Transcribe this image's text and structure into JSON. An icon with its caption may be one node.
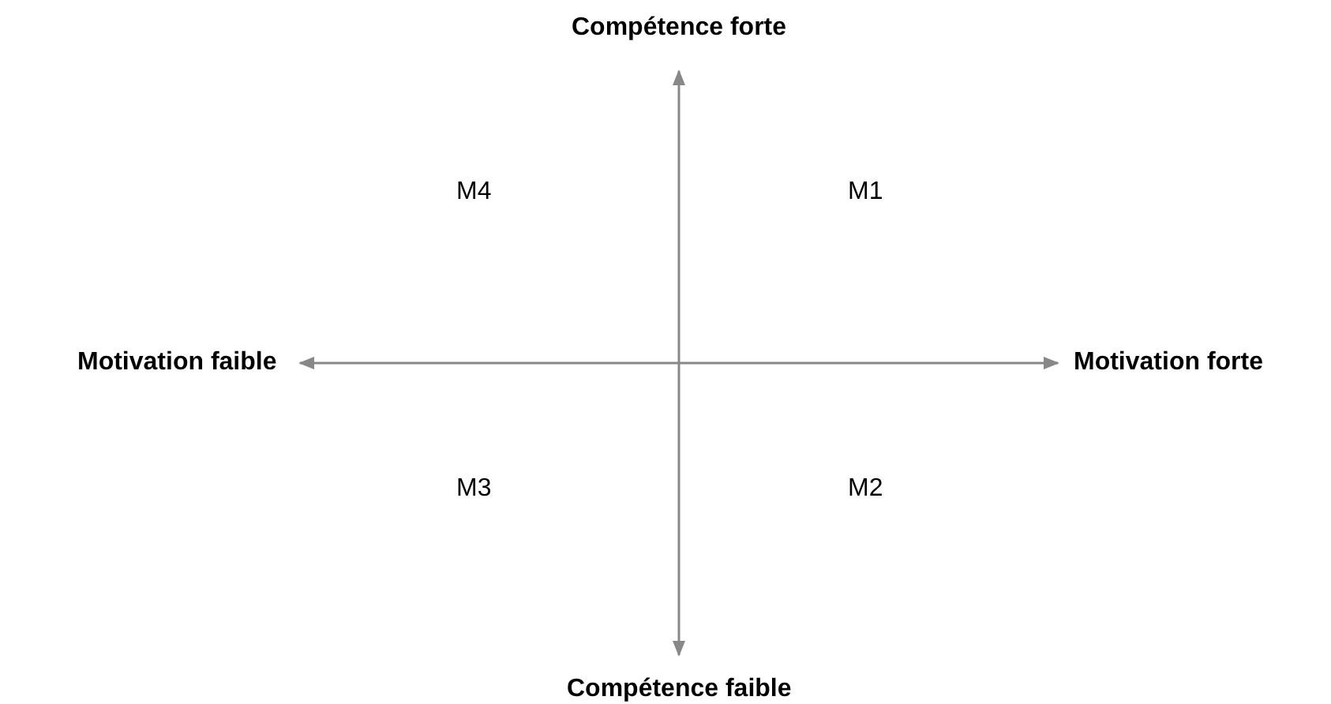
{
  "diagram": {
    "labels": [
      "Compétence forte",
      "M4",
      "M1",
      "Motivation faible",
      "Motivation forte",
      "M3",
      "M2",
      "Compétence faible"
    ]
  }
}
